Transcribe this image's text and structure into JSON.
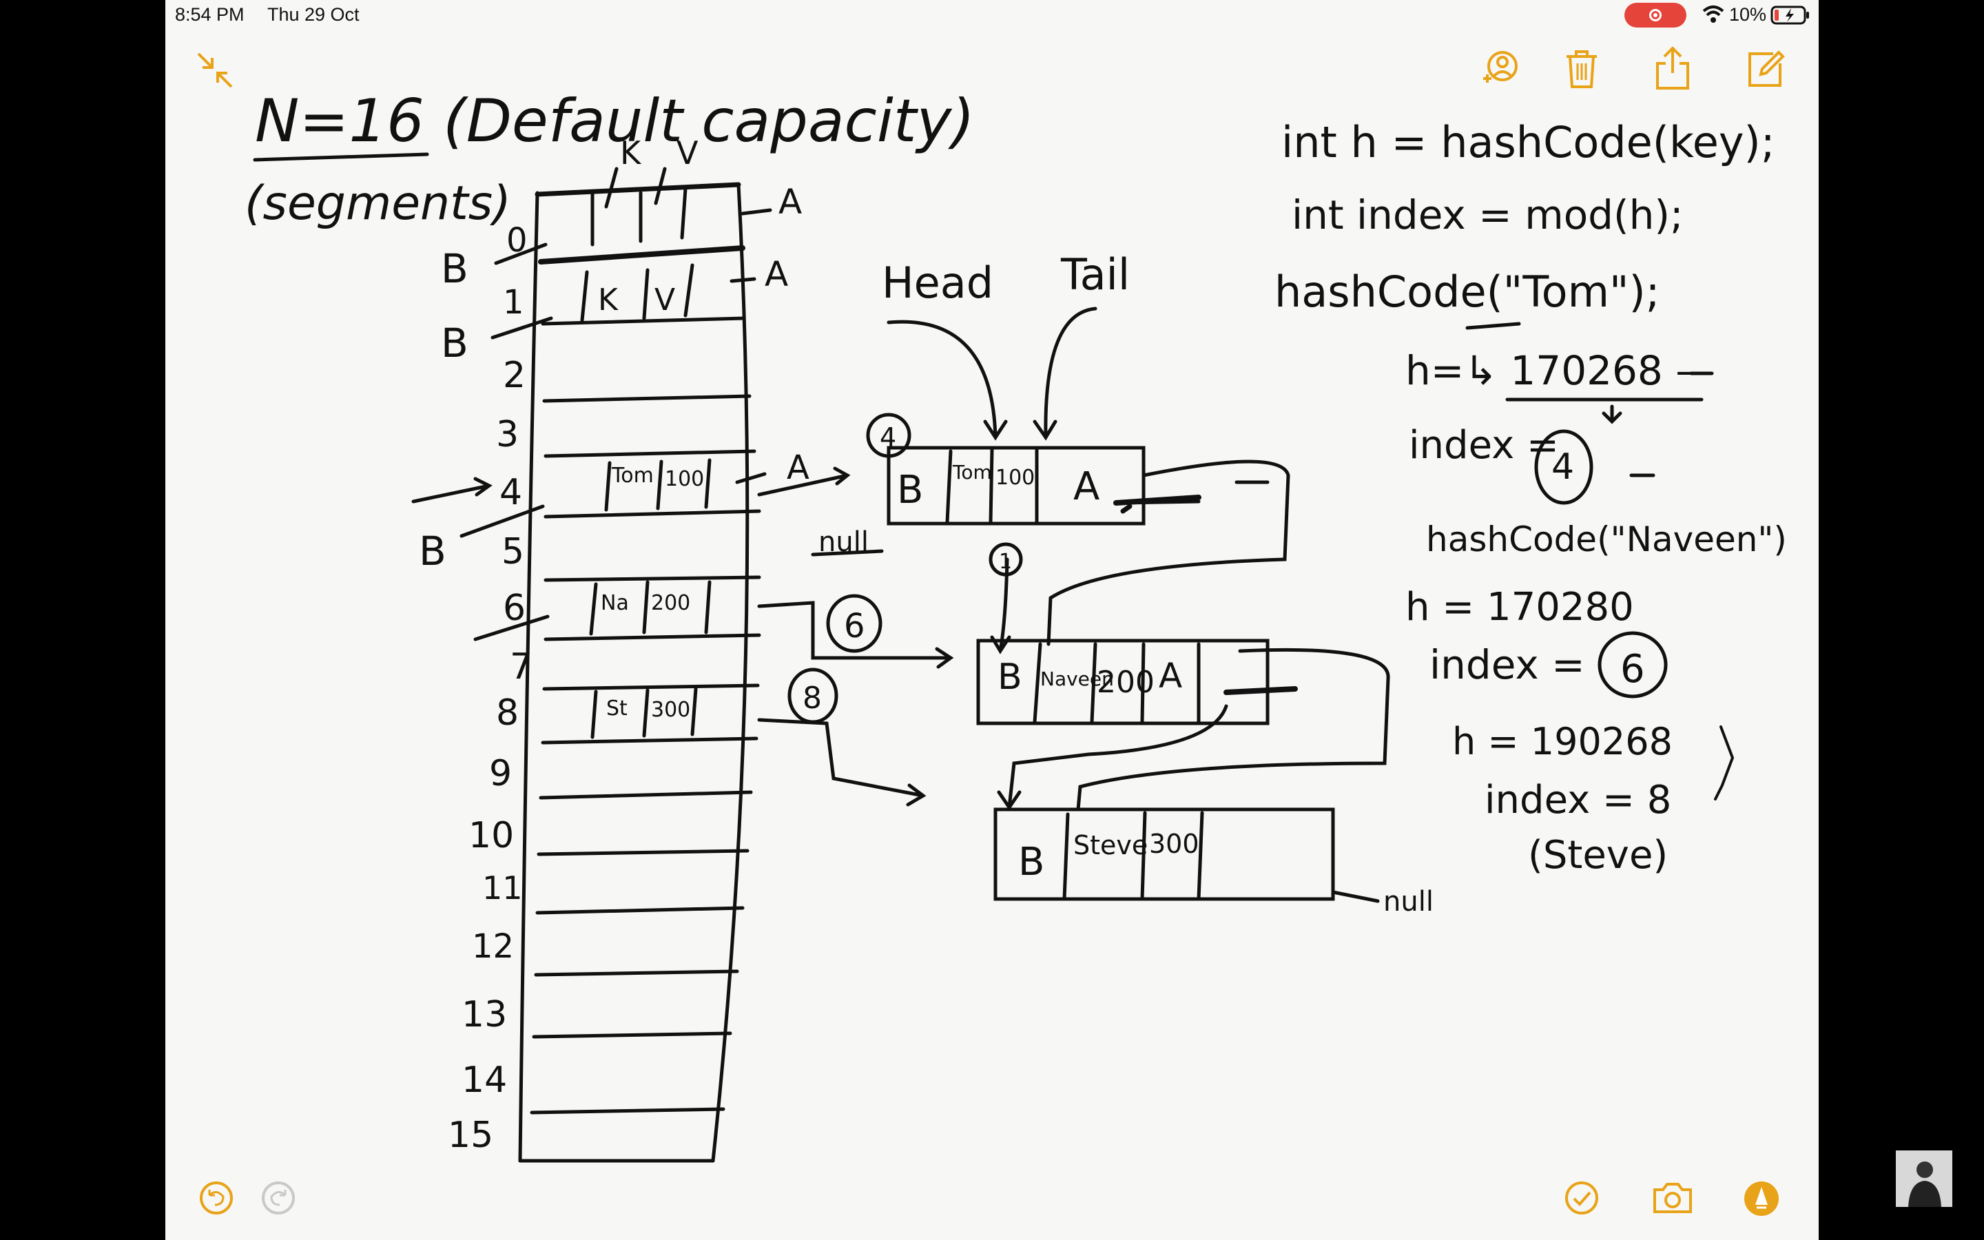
{
  "status_bar": {
    "time": "8:54 PM",
    "date": "Thu 29 Oct",
    "battery_percent": "10%"
  },
  "toolbar": {
    "icons": [
      "collapse-icon",
      "add-person-icon",
      "trash-icon",
      "share-icon",
      "compose-icon"
    ]
  },
  "bottom_bar": {
    "icons": [
      "undo-icon",
      "redo-icon",
      "checkmark-icon",
      "camera-icon",
      "markup-pen-icon"
    ]
  },
  "note": {
    "title_line": "N=16 (Default capacity)",
    "segments_label": "(segments)",
    "column_labels": [
      "K",
      "V"
    ],
    "array_indices": [
      "0",
      "1",
      "2",
      "3",
      "4",
      "5",
      "6",
      "7",
      "8",
      "9",
      "10",
      "11",
      "12",
      "13",
      "14",
      "15"
    ],
    "left_side_labels": [
      "B",
      "B",
      "B"
    ],
    "right_side_labels": [
      "A",
      "A",
      "A"
    ],
    "slot1_cells": [
      "K",
      "V"
    ],
    "slot4_cells": [
      "Tom",
      "100"
    ],
    "slot6_cells": [
      "Na",
      "200"
    ],
    "slot8_cells": [
      "St",
      "300"
    ],
    "head_label": "Head",
    "tail_label": "Tail",
    "node1": {
      "before": "B",
      "key": "Tom",
      "value": "100",
      "after": "A"
    },
    "node2": {
      "before": "B",
      "key": "Naveen",
      "value": "200",
      "after": "A"
    },
    "node3": {
      "before": "B",
      "key": "Steve",
      "value": "300"
    },
    "null_left": "null",
    "null_right": "null",
    "circled_4": "4",
    "circled_1": "1",
    "circled_6": "6",
    "circled_8": "8",
    "code": [
      "int h = hashCode(key);",
      "int index = mod(h);",
      "hashCode(\"Tom\");",
      "h=↳ 170268 –",
      "index =",
      "hashCode(\"Naveen\")",
      "h = 170280",
      "index =",
      "h = 190268",
      "index = 8",
      "(Steve)"
    ],
    "index_tom": "4",
    "index_naveen": "6"
  }
}
